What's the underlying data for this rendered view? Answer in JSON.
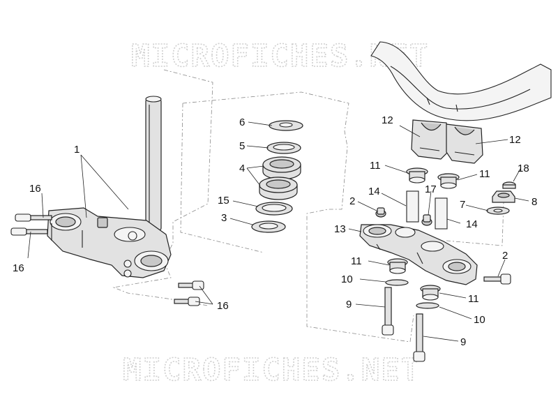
{
  "watermark": "MICROFICHES.NET",
  "labels": {
    "l1": "1",
    "l2a": "2",
    "l2b": "2",
    "l3": "3",
    "l4": "4",
    "l5": "5",
    "l6": "6",
    "l7": "7",
    "l8": "8",
    "l9a": "9",
    "l9b": "9",
    "l10a": "10",
    "l10b": "10",
    "l11a": "11",
    "l11b": "11",
    "l11c": "11",
    "l11d": "11",
    "l12a": "12",
    "l12b": "12",
    "l13": "13",
    "l14a": "14",
    "l14b": "14",
    "l15": "15",
    "l16a": "16",
    "l16b": "16",
    "l16c": "16",
    "l17": "17",
    "l18": "18"
  }
}
